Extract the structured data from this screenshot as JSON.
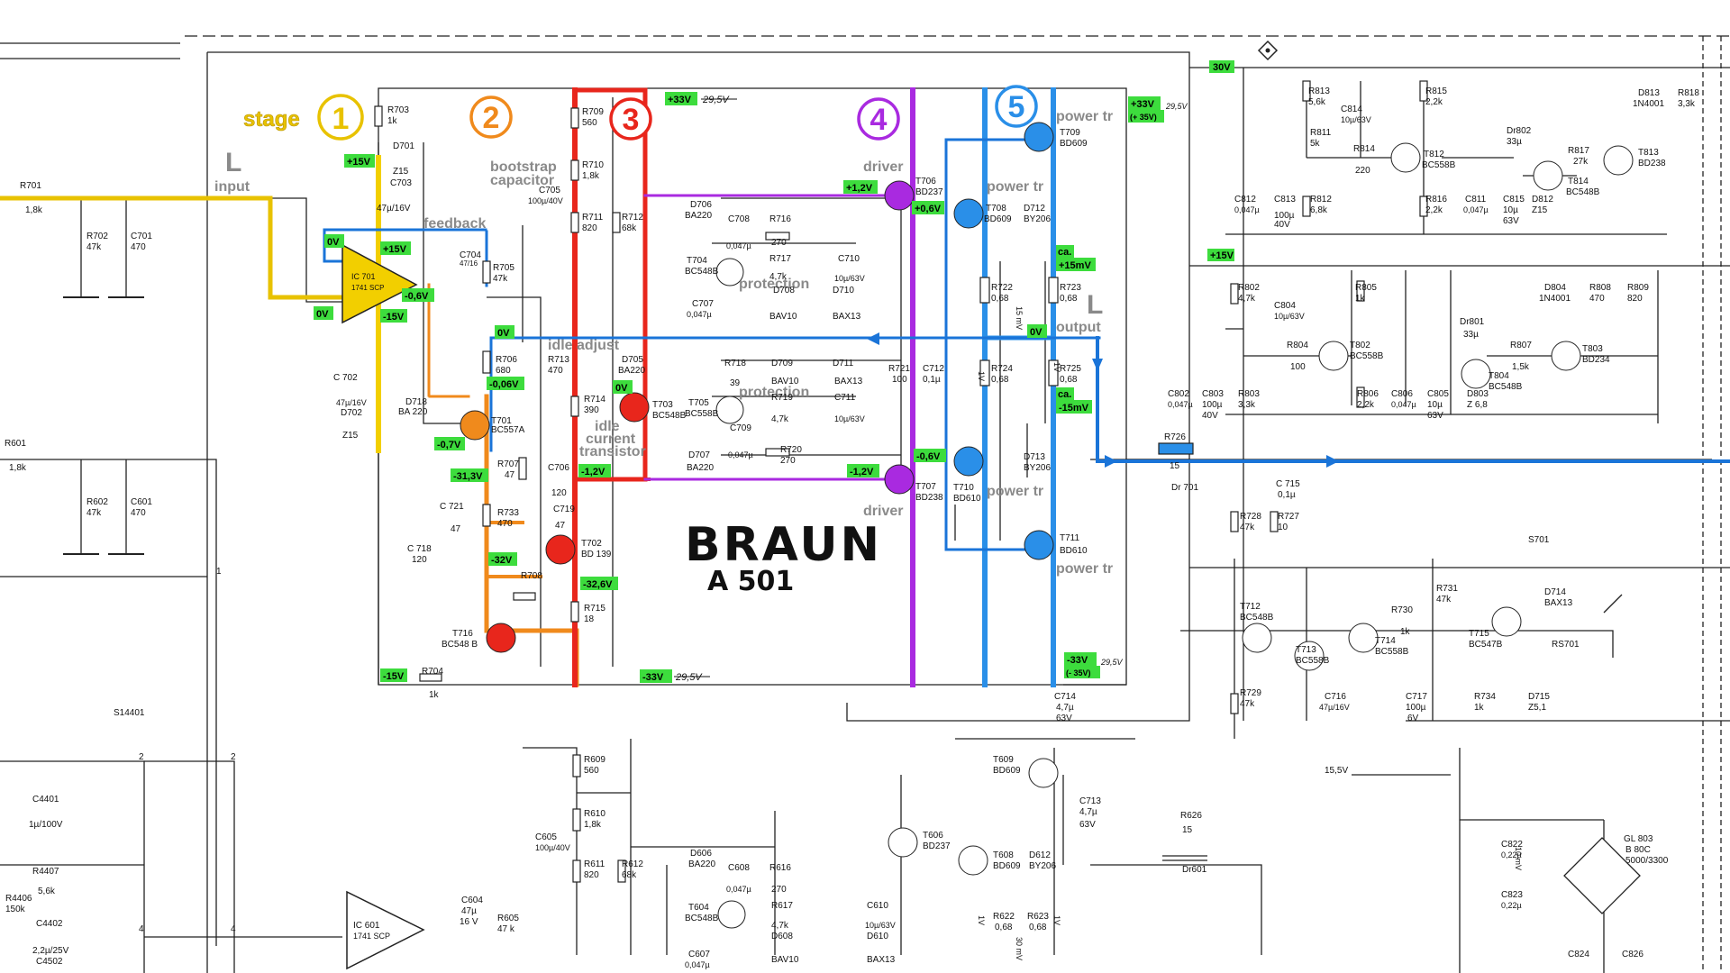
{
  "brand": "BRAUN",
  "model": "A 501",
  "stage_word": "stage",
  "stages": [
    {
      "num": "1",
      "color": "#f2cf00"
    },
    {
      "num": "2",
      "color": "#f08a1c"
    },
    {
      "num": "3",
      "color": "#e8261c"
    },
    {
      "num": "4",
      "color": "#a92ae0"
    },
    {
      "num": "5",
      "color": "#2a8fe8"
    }
  ],
  "grey_labels": {
    "L_in": "L",
    "input": "input",
    "feedback": "feedback",
    "bootstrap1": "bootstrap",
    "bootstrap2": "capacitor",
    "idle_adjust": "idle adjust",
    "idle1": "idle",
    "idle2": "current",
    "idle3": "transistor",
    "protection_a": "protection",
    "protection_b": "protection",
    "driver_a": "driver",
    "driver_b": "driver",
    "power_a": "power tr",
    "power_b": "power tr",
    "power_c": "power tr",
    "power_d": "power tr",
    "L_out": "L",
    "output": "output"
  },
  "voltages": {
    "v_p15a": "+15V",
    "v_p15b": "+15V",
    "v_m15a": "-15V",
    "v_m15b": "-15V",
    "v_0a": "0V",
    "v_0b": "0V",
    "v_0c": "0V",
    "v_0d": "0V",
    "v_0e": "0V",
    "v_m06": "-0,6V",
    "v_m006": "-0,06V",
    "v_m07": "-0,7V",
    "v_m313": "-31,3V",
    "v_m32": "-32V",
    "v_m326": "-32,6V",
    "v_m12a": "-1,2V",
    "v_p12": "+1,2V",
    "v_m12b": "-1,2V",
    "v_p06": "+0,6V",
    "v_m06b": "-0,6V",
    "v_p33": "+33V",
    "v_m33": "-33V",
    "v_p33r": "+33V",
    "v_p35": "(+ 35V)",
    "v_m33r": "-33V",
    "v_m35": "(- 35V)",
    "v_p15m": "+15mV",
    "v_m15m": "-15mV",
    "v_ca1": "ca.",
    "v_ca2": "ca.",
    "v_30": "30V",
    "v_p15r": "+15V"
  },
  "struck": {
    "s1": "29,5V",
    "s2": "29,5V",
    "s3": "29,5V",
    "s4": "29,5V"
  },
  "components": [
    "R701",
    "1,8k",
    "R702",
    "47k",
    "C701",
    "470",
    "R601",
    "1,8k",
    "R602",
    "47k",
    "C601",
    "470",
    "R703",
    "1k",
    "D701",
    "Z15",
    "C703",
    "47µ/16V",
    "IC 701",
    "1741 SCP",
    "R705",
    "47k",
    "C704",
    "47/16",
    "C 702",
    "47µ/16V",
    "D702",
    "Z15",
    "D718",
    "BA 220",
    "R706",
    "680",
    "T701",
    "BC557A",
    "R707",
    "47",
    "C 721",
    "47",
    "R733",
    "470",
    "C706",
    "120",
    "C719",
    "47",
    "C 718",
    "120",
    "T702",
    "BD 139",
    "R708",
    "470",
    "R715",
    "18",
    "T716",
    "BC548 B",
    "R704",
    "1k",
    "R709",
    "560",
    "R710",
    "1,8k",
    "R711",
    "820",
    "R712",
    "68k",
    "C705",
    "100µ/40V",
    "R713",
    "470",
    "D705",
    "BA220",
    "R714",
    "390",
    "T703",
    "BC548B",
    "D706",
    "BA220",
    "C708",
    "0,047µ",
    "R716",
    "270",
    "T704",
    "BC548B",
    "R717",
    "4,7k",
    "C710",
    "10µ/63V",
    "D708",
    "BAV10",
    "D710",
    "BAX13",
    "C707",
    "0,047µ",
    "R718",
    "39",
    "D709",
    "BAV10",
    "D711",
    "BAX13",
    "T705",
    "BC558B",
    "R719",
    "4,7k",
    "C711",
    "10µ/63V",
    "C709",
    "0,047µ",
    "R720",
    "270",
    "D707",
    "BA220",
    "T706",
    "BD237",
    "T707",
    "BD238",
    "T708",
    "BD609",
    "D712",
    "BY206",
    "T709",
    "BD609",
    "R722",
    "0,68",
    "R721",
    "100",
    "C712",
    "0,1µ",
    "R724",
    "0,68",
    "R723",
    "0,68",
    "R725",
    "0,68",
    "T710",
    "BD610",
    "D713",
    "BY206",
    "T711",
    "BD610",
    "C714",
    "4,7µ",
    "63V",
    "R726",
    "15",
    "Dr 701",
    "C 715",
    "0,1µ",
    "R728",
    "47k",
    "R727",
    "10",
    "R813",
    "5,6k",
    "C814",
    "10µ/63V",
    "R811",
    "5k",
    "R814",
    "220",
    "R815",
    "2,2k",
    "Dr802",
    "33µ",
    "T812",
    "BC558B",
    "R817",
    "27k",
    "D813",
    "1N4001",
    "R818",
    "3,3k",
    "T813",
    "BD238",
    "C812",
    "0,047µ",
    "C813",
    "100µ",
    "40V",
    "R812",
    "6,8k",
    "R816",
    "2,2k",
    "C811",
    "0,047µ",
    "C815",
    "10µ",
    "63V",
    "D812",
    "Z15",
    "T814",
    "BC548B",
    "R802",
    "4,7k",
    "C804",
    "10µ/63V",
    "R805",
    "1k",
    "D804",
    "1N4001",
    "R808",
    "470",
    "R809",
    "820",
    "Dr801",
    "33µ",
    "R804",
    "100",
    "T802",
    "BC558B",
    "R807",
    "1,5k",
    "T803",
    "BD234",
    "C802",
    "0,047µ",
    "C803",
    "100µ",
    "40V",
    "R803",
    "3,3k",
    "R806",
    "2,2k",
    "C806",
    "0,047µ",
    "C805",
    "10µ",
    "63V",
    "D803",
    "Z 6,8",
    "T804",
    "BC548B",
    "S701",
    "T712",
    "BC548B",
    "T713",
    "BC558B",
    "T714",
    "BC558B",
    "R731",
    "47k",
    "R730",
    "1k",
    "T715",
    "BC547B",
    "D714",
    "BAX13",
    "RS701",
    "R729",
    "47k",
    "C716",
    "47µ/16V",
    "C717",
    "100µ",
    "6V",
    "R734",
    "1k",
    "D715",
    "Z5,1",
    "15,5V",
    "S14401",
    "C4401",
    "1µ/100V",
    "R4407",
    "5,6k",
    "R4406",
    "150k",
    "C4402",
    "2,2µ/25V",
    "C4502",
    "IC 601",
    "1741 SCP",
    "C604",
    "47µ",
    "16 V",
    "R605",
    "47 k",
    "R609",
    "560",
    "R610",
    "1,8k",
    "R611",
    "820",
    "R612",
    "68k",
    "C605",
    "100µ/40V",
    "D606",
    "BA220",
    "C608",
    "0,047µ",
    "R616",
    "270",
    "T604",
    "BC548B",
    "R617",
    "4,7k",
    "C610",
    "10µ/63V",
    "D608",
    "BAV10",
    "D610",
    "BAX13",
    "C607",
    "0,047µ",
    "T609",
    "BD609",
    "C713",
    "4,7µ",
    "63V",
    "T606",
    "BD237",
    "T608",
    "BD609",
    "D612",
    "BY206",
    "R622",
    "0,68",
    "R623",
    "0,68",
    "R626",
    "15",
    "Dr601",
    "C822",
    "0,22µ",
    "C823",
    "0,22µ",
    "GL 803",
    "B 80C",
    "5000/3300",
    "C824",
    "C826",
    "1",
    "2",
    "2",
    "4",
    "4",
    "15 mV",
    "10 mV",
    "30 mV",
    "1V",
    "1V",
    "1V",
    "1V"
  ]
}
